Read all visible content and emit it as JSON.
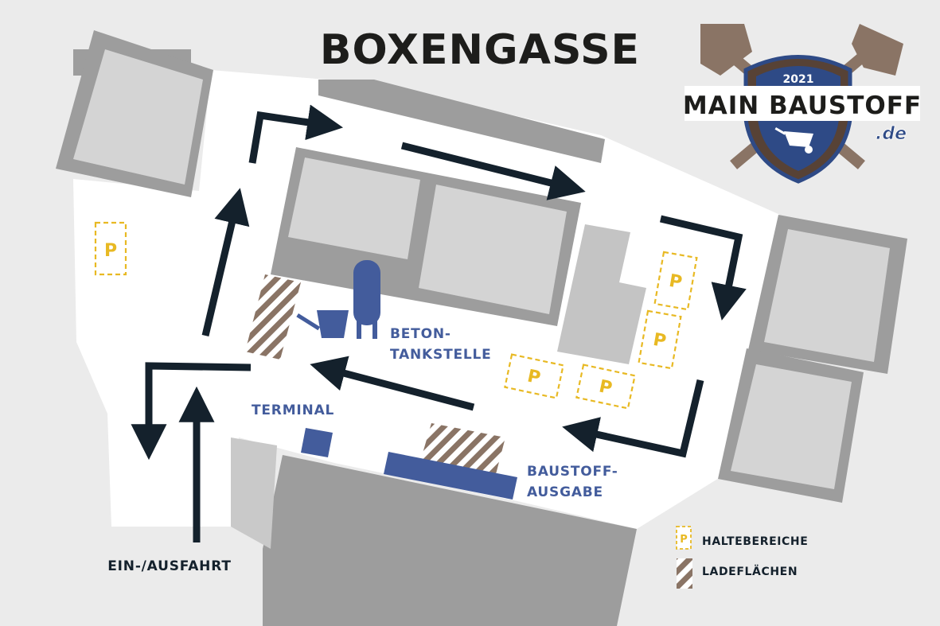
{
  "title": "BOXENGASSE",
  "logo": {
    "year": "2021",
    "brand": "MAIN BAUSTOFF",
    "domain": ".de"
  },
  "labels": {
    "beton_line1": "BETON-",
    "beton_line2": "TANKSTELLE",
    "terminal": "TERMINAL",
    "baustoff_line1": "BAUSTOFF-",
    "baustoff_line2": "AUSGABE",
    "entrance": "EIN-/AUSFAHRT"
  },
  "parking_marker": "P",
  "legend": {
    "items": [
      {
        "label": "HALTEBEREICHE",
        "icon": "parking-icon"
      },
      {
        "label": "LADEFLÄCHEN",
        "icon": "hatch-icon"
      }
    ]
  },
  "colors": {
    "background": "#ebebeb",
    "road": "#ffffff",
    "building_outer": "#9d9d9d",
    "building_inner": "#d4d4d4",
    "arrow": "#14212c",
    "accent_blue": "#435c9c",
    "parking_yellow": "#e8b923",
    "hatch_brown": "#8a7465",
    "title": "#1d1d1b"
  }
}
